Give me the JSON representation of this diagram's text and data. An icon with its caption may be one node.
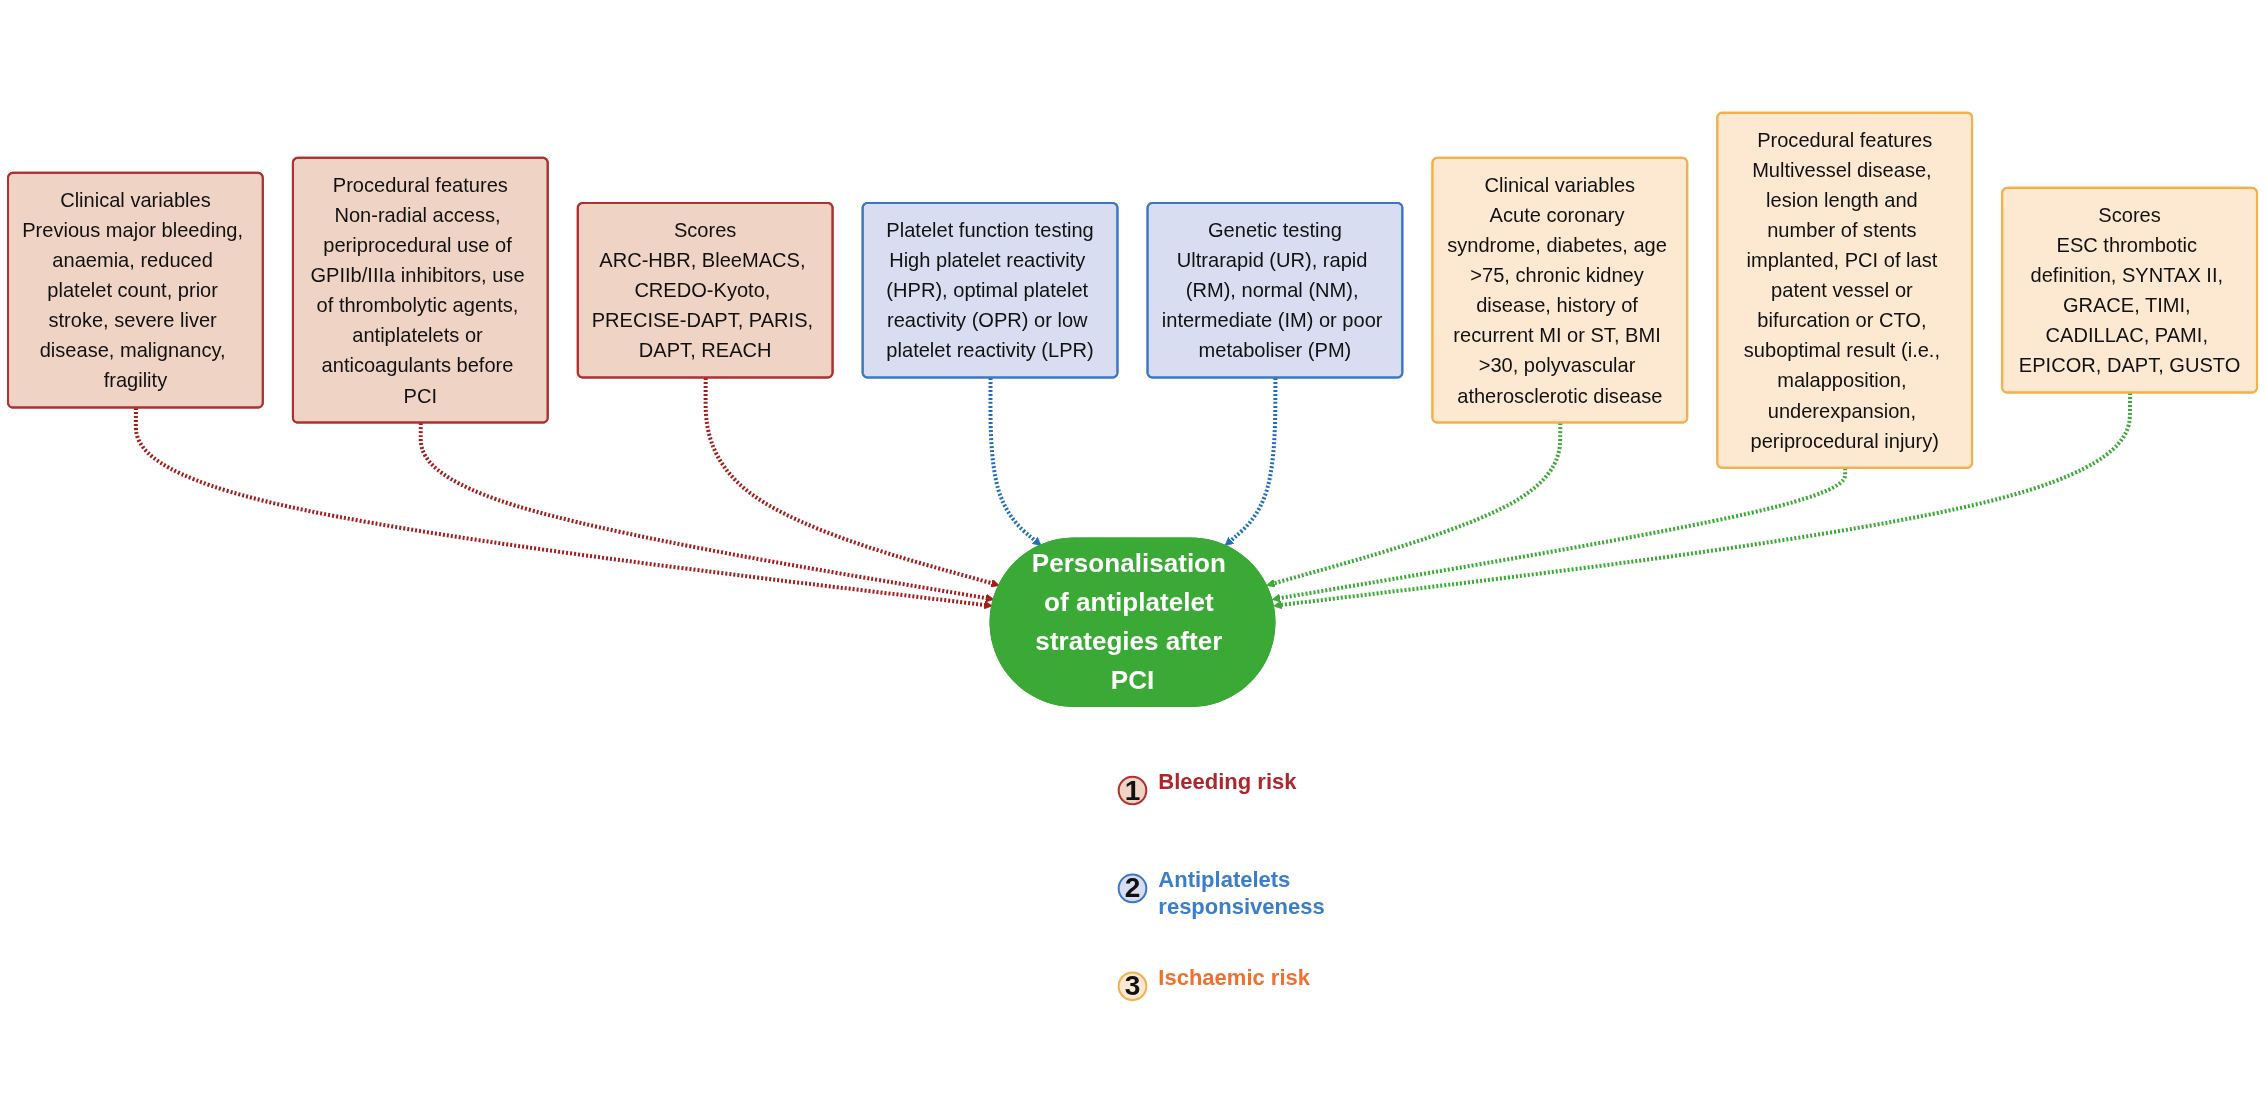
{
  "diagram": {
    "nodes": [
      {
        "text": [
          "1"
        ],
        "beside": [
          "Bleeding risk"
        ]
      },
      {
        "text": [
          "Clinical variables",
          "Previous major bleeding, anaemia, reduced platelet count, prior stroke, severe liver disease, malignancy, fragility"
        ]
      },
      {
        "text": [
          "Procedural features",
          "Non-radial access, periprocedural use of GPIIb/IIIa inhibitors, use of thrombolytic agents, antiplatelets or anticoagulants before PCI"
        ]
      },
      {
        "text": [
          "Scores",
          "ARC-HBR, BleeMACS, CREDO-Kyoto, PRECISE-DAPT, PARIS, DAPT, REACH"
        ]
      },
      {
        "text": [
          "2"
        ],
        "beside": [
          "Antiplatelets responsiveness"
        ]
      },
      {
        "text": [
          "Platelet function testing",
          "High platelet reactivity (HPR), optimal platelet reactivity (OPR) or low platelet reactivity (LPR)"
        ]
      },
      {
        "text": [
          "Personalisation of antiplatelet strategies after PCI"
        ]
      },
      {
        "text": [
          "Genetic testing",
          "Ultrarapid (UR), rapid (RM), normal (NM), intermediate (IM) or poor metaboliser (PM)"
        ]
      },
      {
        "text": [
          "3"
        ],
        "beside": [
          "Ischaemic risk"
        ]
      },
      {
        "text": [
          "Clinical variables",
          "Acute coronary syndrome, diabetes, age >75, chronic kidney disease, history of recurrent MI or ST, BMI >30, polyvascular atherosclerotic disease"
        ]
      },
      {
        "text": [
          "Procedural features",
          "Multivessel disease, lesion length and number of stents implanted, PCI of last patent vessel or bifurcation or CTO, suboptimal result (i.e., malapposition, underexpansion, periprocedural injury)"
        ]
      },
      {
        "text": [
          "Scores",
          "ESC thrombotic definition, SYNTAX II, GRACE, TIMI, CADILLAC, PAMI, EPICOR, DAPT, GUSTO"
        ]
      }
    ],
    "edges": [
      {
        "from": 1,
        "to": 6,
        "arrow": "to",
        "style": "dashed",
        "color": "#a31d1d"
      },
      {
        "from": 2,
        "to": 6,
        "arrow": "to",
        "style": "dashed",
        "color": "#a31d1d"
      },
      {
        "from": 3,
        "to": 6,
        "arrow": "to",
        "style": "dashed",
        "color": "#a31d1d"
      },
      {
        "from": 5,
        "to": 6,
        "arrow": "to",
        "style": "dashed",
        "color": "#1f6fbf"
      },
      {
        "from": 7,
        "to": 6,
        "arrow": "to",
        "style": "dashed",
        "color": "#1f6fbf"
      },
      {
        "from": 9,
        "to": 6,
        "arrow": "to",
        "style": "dashed",
        "color": "#3aa935"
      },
      {
        "from": 10,
        "to": 6,
        "arrow": "to",
        "style": "dashed",
        "color": "#3aa935"
      },
      {
        "from": 11,
        "to": 6,
        "arrow": "to",
        "style": "dashed",
        "color": "#3aa935"
      }
    ]
  }
}
